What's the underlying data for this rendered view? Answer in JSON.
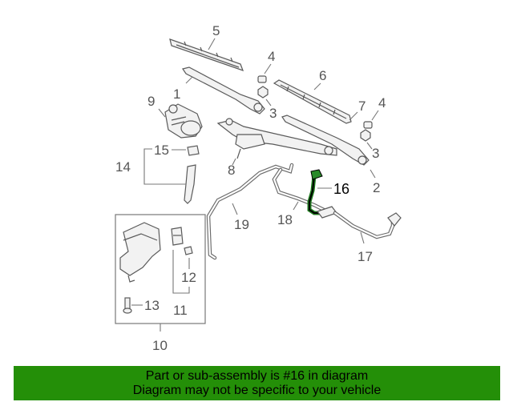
{
  "diagram": {
    "callouts": {
      "p1": "1",
      "p2": "2",
      "p3a": "3",
      "p3b": "3",
      "p4a": "4",
      "p4b": "4",
      "p5": "5",
      "p6": "6",
      "p7": "7",
      "p8": "8",
      "p9": "9",
      "p10": "10",
      "p11": "11",
      "p12": "12",
      "p13": "13",
      "p14": "14",
      "p15": "15",
      "p16": "16",
      "p17": "17",
      "p18": "18",
      "p19": "19"
    },
    "highlighted_part": "16",
    "highlight_color": "#1f7a1f"
  },
  "footer": {
    "line1": "Part or sub-assembly is #16 in diagram",
    "line2": "Diagram may not be specific to your vehicle",
    "background": "#248f08"
  }
}
